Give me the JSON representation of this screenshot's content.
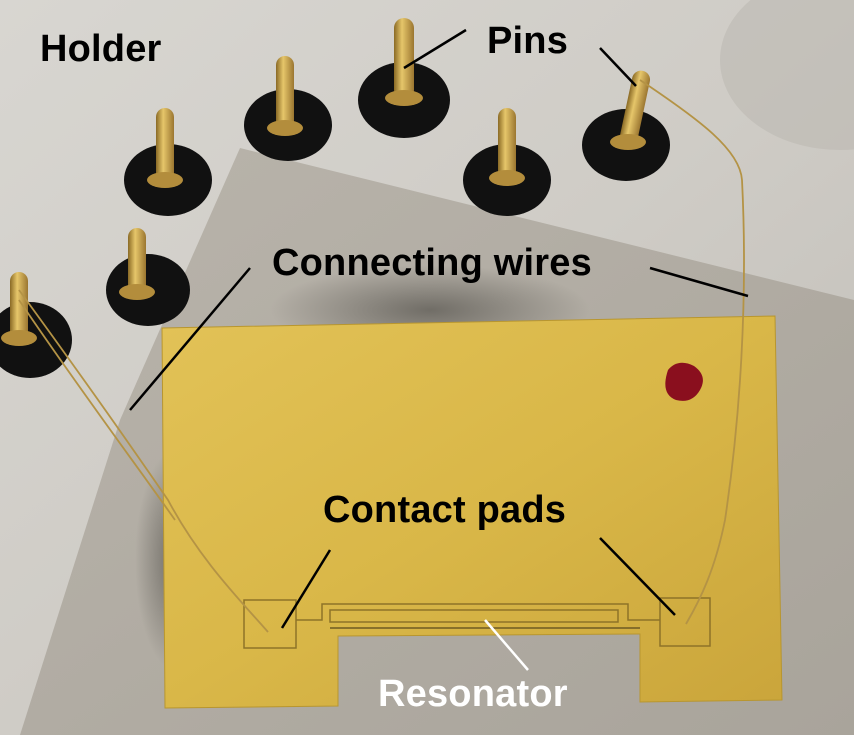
{
  "labels": {
    "holder": "Holder",
    "pins": "Pins",
    "connecting_wires": "Connecting wires",
    "contact_pads": "Contact pads",
    "resonator": "Resonator"
  },
  "colors": {
    "holder_metal": "#cfccc5",
    "chip_gold": "#d8b545",
    "substrate_gray": "#b3aea5",
    "pin_gold": "#c7a047",
    "pin_hole": "#111111",
    "red_spot": "#8a0f1e",
    "label_dark": "#000000",
    "label_light": "#ffffff"
  }
}
